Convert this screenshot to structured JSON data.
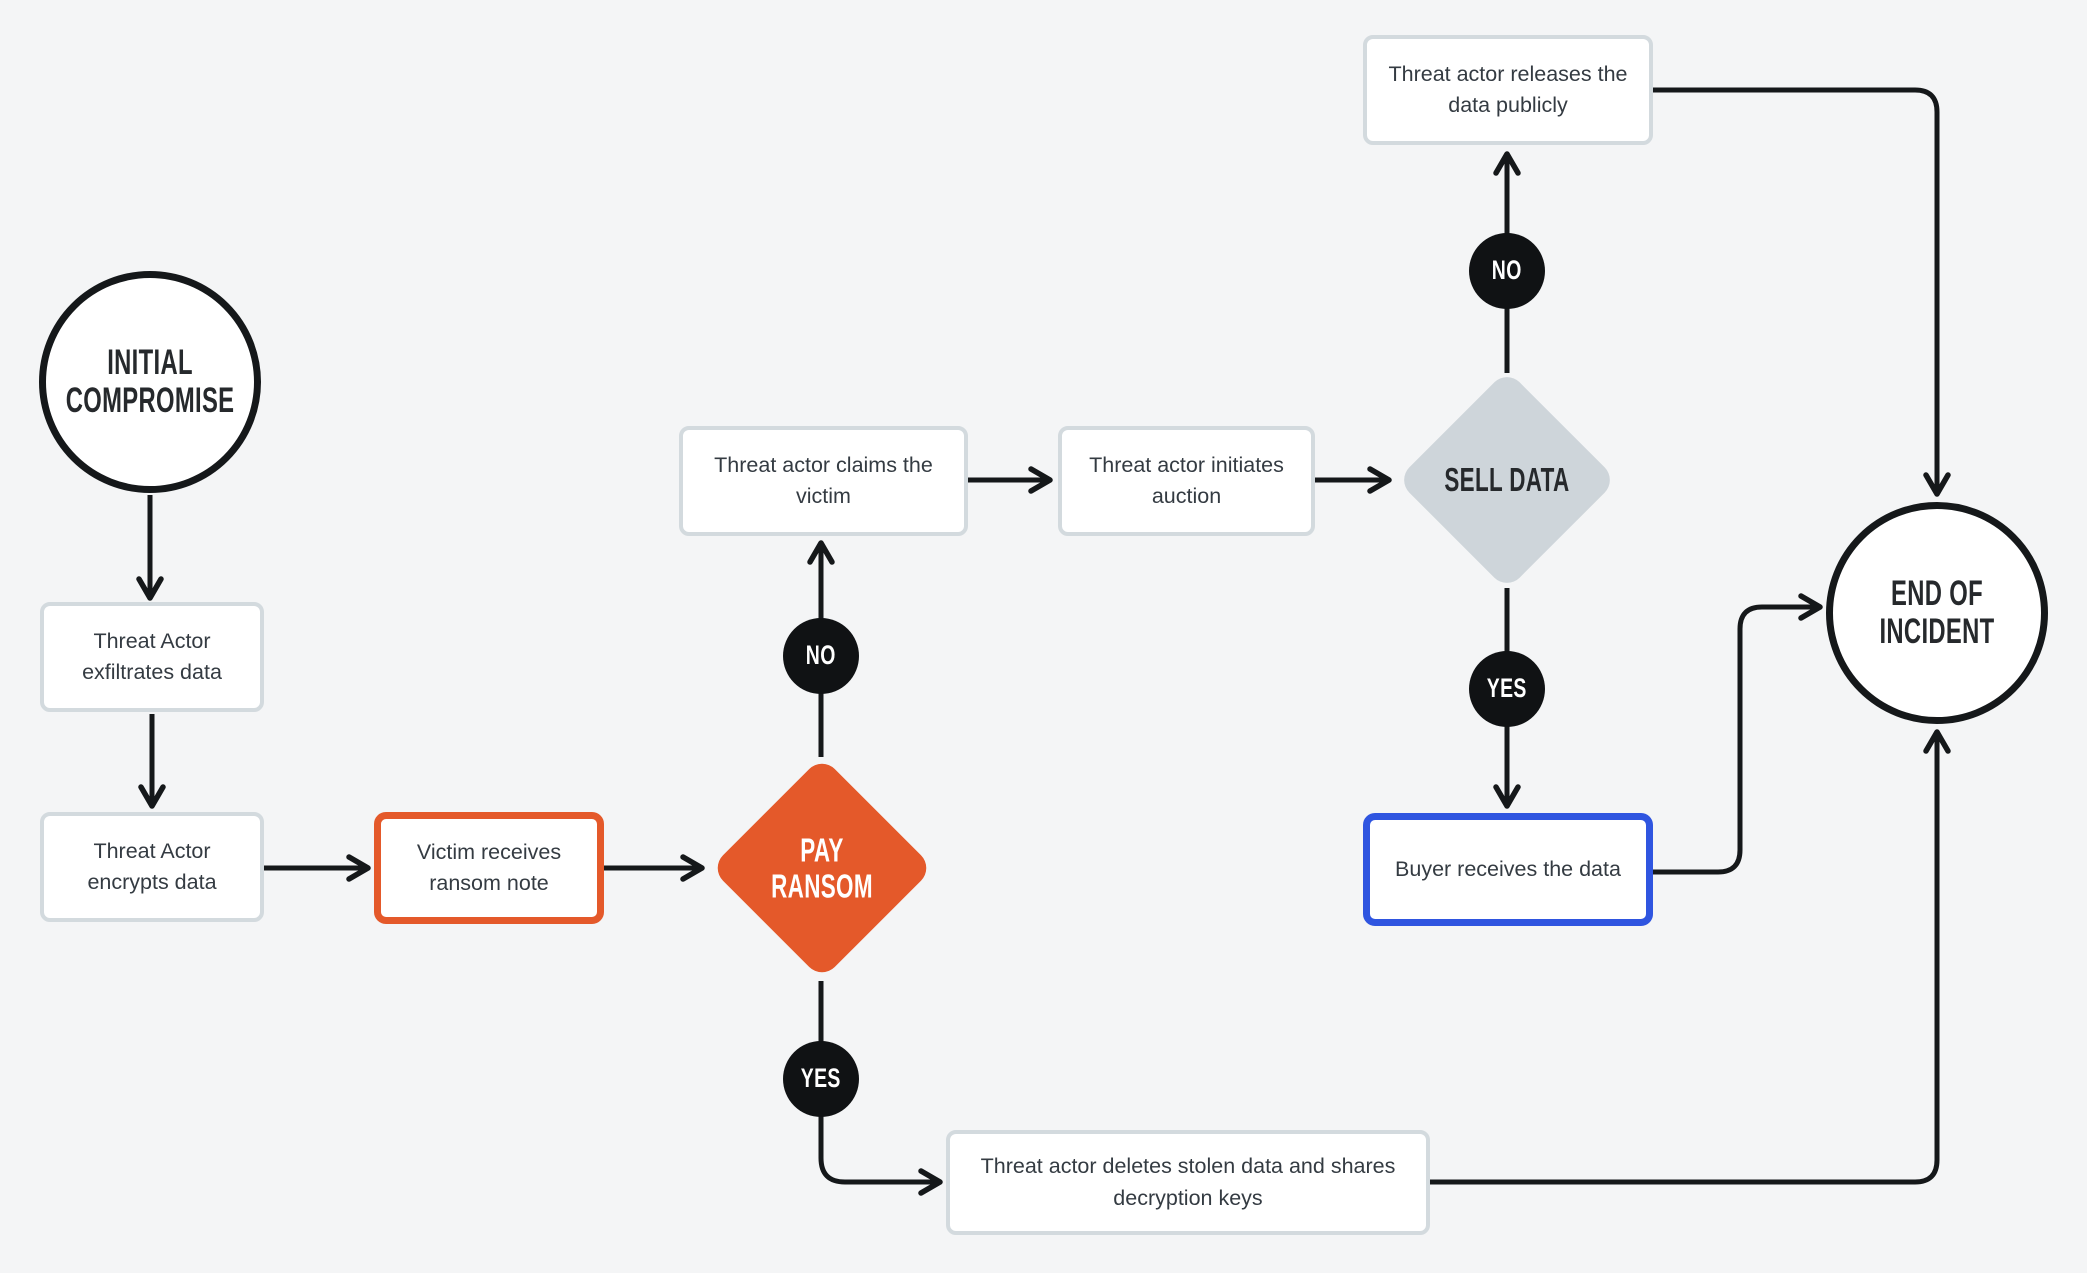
{
  "title": "Ransomware incident response flowchart",
  "colors": {
    "background": "#f4f5f6",
    "ink": "#15181a",
    "box_border": "#d3dade",
    "box_text": "#343b42",
    "accent_orange": "#e4592a",
    "accent_blue": "#2f55e0",
    "diamond_gray": "#ced5da",
    "badge_black": "#101214"
  },
  "nodes": {
    "initial_compromise": {
      "label": "INITIAL COMPROMISE",
      "type": "terminator"
    },
    "exfiltrates": {
      "label": "Threat Actor exfiltrates data",
      "type": "process"
    },
    "encrypts": {
      "label": "Threat Actor encrypts data",
      "type": "process"
    },
    "ransom_note": {
      "label": "Victim receives ransom note",
      "type": "process-orange"
    },
    "pay_ransom": {
      "label": "PAY RANSOM",
      "type": "decision-orange"
    },
    "claims_victim": {
      "label": "Threat actor claims the victim",
      "type": "process"
    },
    "initiates_auction": {
      "label": "Threat actor initiates auction",
      "type": "process"
    },
    "sell_data": {
      "label": "SELL DATA",
      "type": "decision-gray"
    },
    "releases_publicly": {
      "label": "Threat actor releases the data publicly",
      "type": "process"
    },
    "buyer_receives": {
      "label": "Buyer receives the data",
      "type": "process-blue"
    },
    "deletes_data": {
      "label": "Threat actor deletes stolen data and shares decryption keys",
      "type": "process"
    },
    "end_of_incident": {
      "label": "END OF INCIDENT",
      "type": "terminator"
    }
  },
  "edge_labels": {
    "pay_ransom_no": "NO",
    "pay_ransom_yes": "YES",
    "sell_data_no": "NO",
    "sell_data_yes": "YES"
  }
}
